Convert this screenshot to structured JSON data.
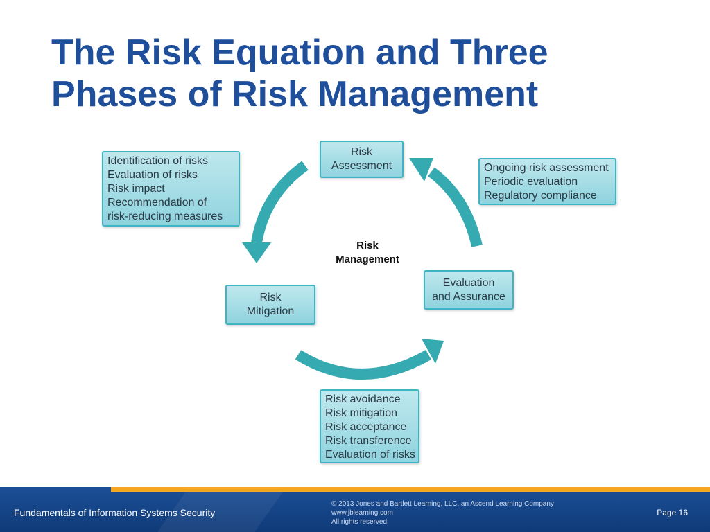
{
  "slide": {
    "title_line1": "The Risk Equation and Three",
    "title_line2": "Phases of Risk Management",
    "center_label_line1": "Risk",
    "center_label_line2": "Management"
  },
  "phases": {
    "assessment": {
      "line1": "Risk",
      "line2": "Assessment"
    },
    "mitigation": {
      "line1": "Risk",
      "line2": "Mitigation"
    },
    "evaluation": {
      "line1": "Evaluation",
      "line2": "and Assurance"
    }
  },
  "details": {
    "assessment_items": [
      "Identification of risks",
      "Evaluation of risks",
      "Risk impact",
      "Recommendation of",
      "risk-reducing measures"
    ],
    "evaluation_items": [
      "Ongoing risk assessment",
      "Periodic evaluation",
      "Regulatory compliance"
    ],
    "mitigation_items": [
      "Risk avoidance",
      "Risk mitigation",
      "Risk acceptance",
      "Risk transference",
      "Evaluation of risks"
    ]
  },
  "footer": {
    "course": "Fundamentals of Information Systems Security",
    "copyright": "© 2013 Jones and Bartlett Learning, LLC, an Ascend Learning Company",
    "website": "www.jblearning.com",
    "rights": "All rights reserved.",
    "page": "Page 16"
  },
  "colors": {
    "title": "#1f4e9a",
    "box_border": "#3fb5c4",
    "box_fill": "#a7dde6",
    "arrow": "#35aab0",
    "footer_bg": "#1c4f97",
    "footer_accent": "#f5a623"
  },
  "icons": [
    "cycle-arrow-icon"
  ]
}
